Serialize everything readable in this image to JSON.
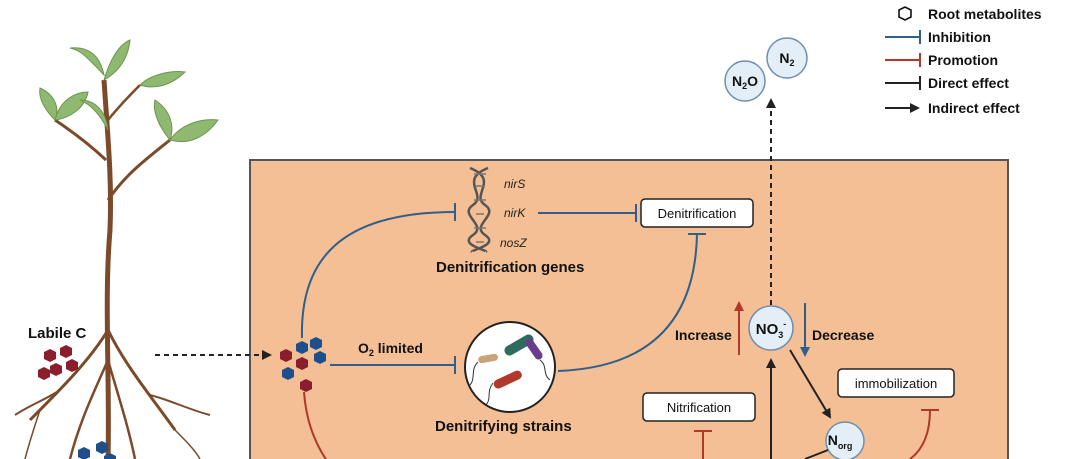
{
  "legend": {
    "root_metabolites": "Root metabolites",
    "inhibition": "Inhibition",
    "promotion": "Promotion",
    "direct_effect": "Direct effect",
    "indirect_effect": "Indirect effect"
  },
  "gases": {
    "n2": {
      "main": "N",
      "sub": "2"
    },
    "n2o": {
      "a": "N",
      "sub": "2",
      "b": "O"
    }
  },
  "genes": {
    "nirS": "nirS",
    "nirK": "nirK",
    "nosZ": "nosZ",
    "title": "Denitrification genes"
  },
  "processes": {
    "denitrification": "Denitrification",
    "nitrification": "Nitrification",
    "immobilization": "immobilization"
  },
  "labels": {
    "labile_c": "Labile C",
    "o2_limited": {
      "a": "O",
      "sub": "2",
      "b": " limited"
    },
    "denitrifying_strains": "Denitrifying strains",
    "increase": "Increase",
    "decrease": "Decrease"
  },
  "nodes": {
    "no3": {
      "main": "NO",
      "sub": "3",
      "sup": "-"
    },
    "norg": {
      "main": "N",
      "sub": "org"
    }
  },
  "colors": {
    "inhibition": "#2f5f8a",
    "promotion": "#b0392b",
    "direct": "#222222",
    "panel_fill": "#f4bf94",
    "panel_stroke": "#555555",
    "metabolite_red": "#8b1e2c",
    "metabolite_blue": "#1f4e8c",
    "root": "#7b4a2a",
    "leaf": "#8fb870",
    "circle_fill": "#e4eef7"
  }
}
